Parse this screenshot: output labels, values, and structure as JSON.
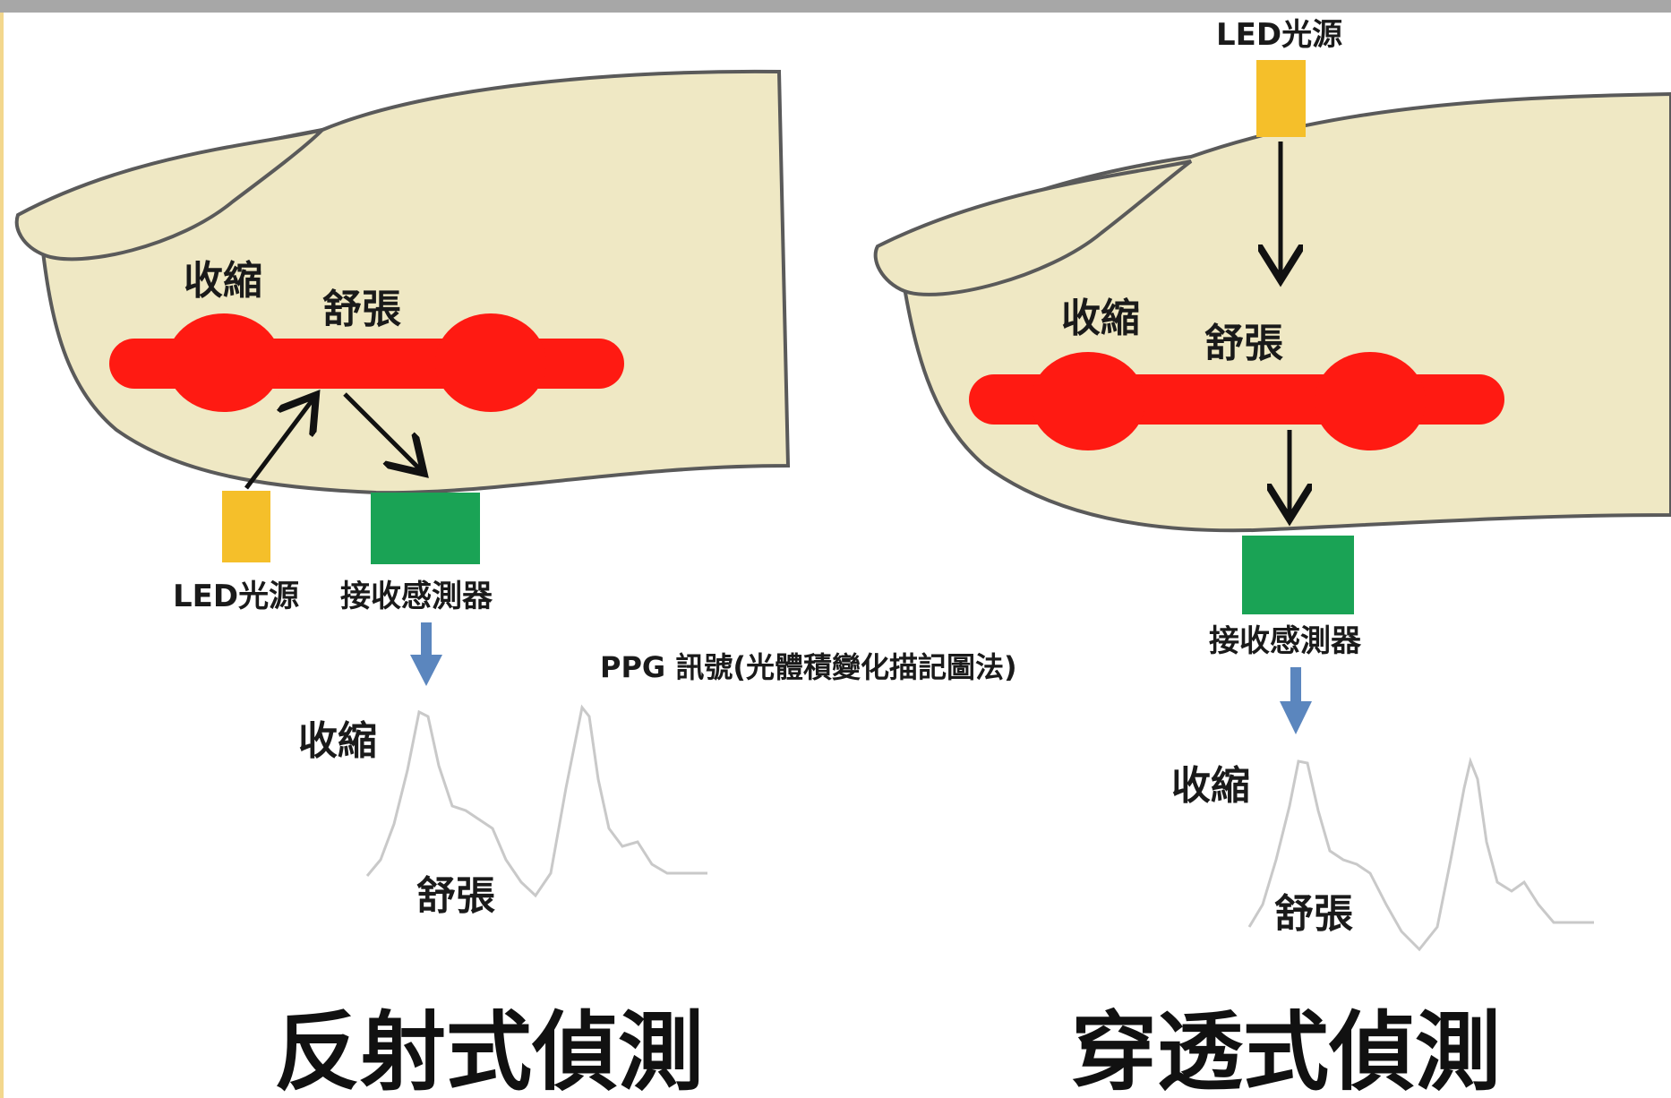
{
  "colors": {
    "skin": "#efe8c4",
    "outline": "#5a5a5a",
    "vessel": "#ff1a12",
    "led": "#f5bf2a",
    "sensor": "#1aa355",
    "down_arrow": "#5b86be",
    "waveform": "#c9c9c9",
    "top_bar": "#a7a7a7",
    "left_edge": "#f3d78d"
  },
  "icons": {
    "led": "yellow-rectangle",
    "sensor": "green-rectangle",
    "light-path-arrow": "black-arrow",
    "signal-arrow": "blue-down-arrow"
  },
  "left": {
    "systole": "收縮",
    "diastole": "舒張",
    "led_label": "LED光源",
    "sensor_label": "接收感測器",
    "wave_systole": "收縮",
    "wave_diastole": "舒張",
    "caption": "反射式偵測"
  },
  "center": {
    "ppg_label": "PPG 訊號(光體積變化描記圖法)"
  },
  "right": {
    "led_label": "LED光源",
    "systole": "收縮",
    "diastole": "舒張",
    "sensor_label": "接收感測器",
    "wave_systole": "收縮",
    "wave_diastole": "舒張",
    "caption": "穿透式偵測"
  }
}
